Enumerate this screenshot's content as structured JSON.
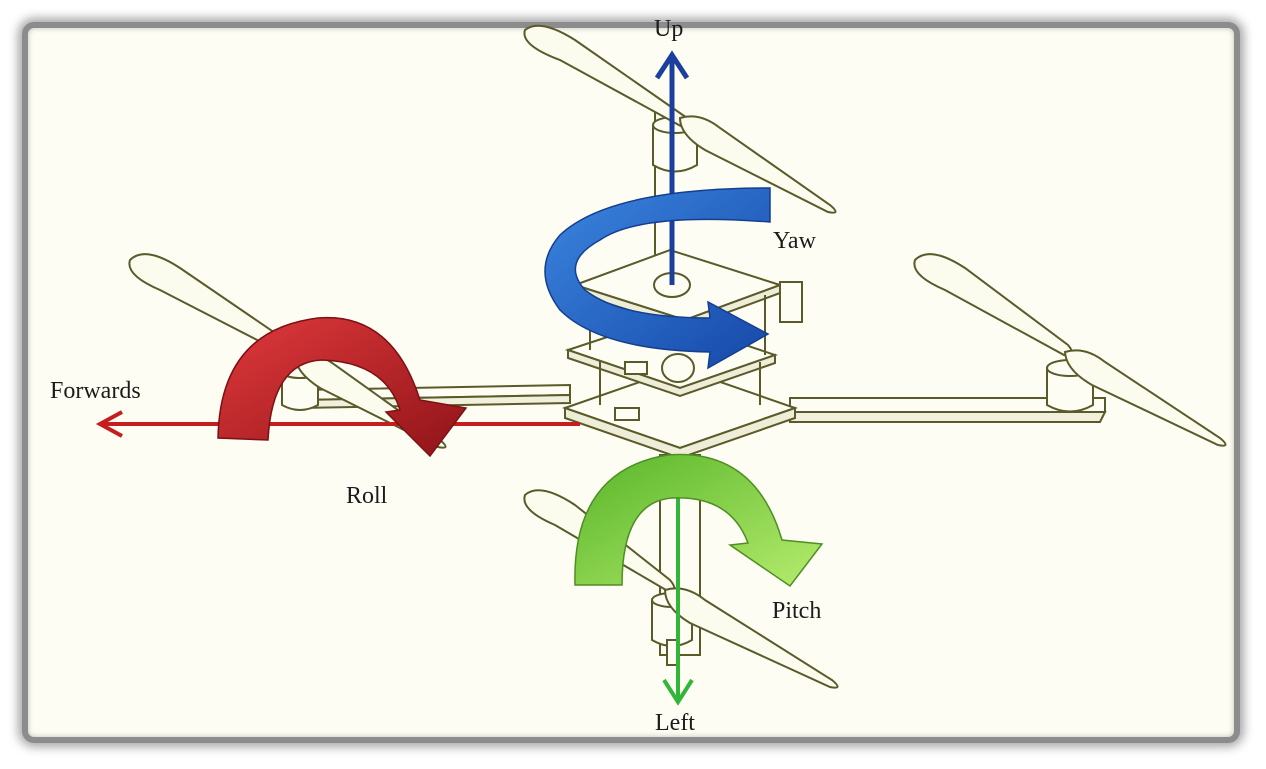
{
  "labels": {
    "up": "Up",
    "yaw": "Yaw",
    "forwards": "Forwards",
    "roll": "Roll",
    "pitch": "Pitch",
    "left": "Left"
  },
  "colors": {
    "background": "#fdfdf3",
    "outline": "#5a5a2a",
    "yaw": "#1f63c4",
    "up_axis": "#1a3f9e",
    "roll": "#c0272d",
    "forward_axis": "#c41e1e",
    "pitch": "#7ccf3a",
    "left_axis": "#33b53a"
  }
}
